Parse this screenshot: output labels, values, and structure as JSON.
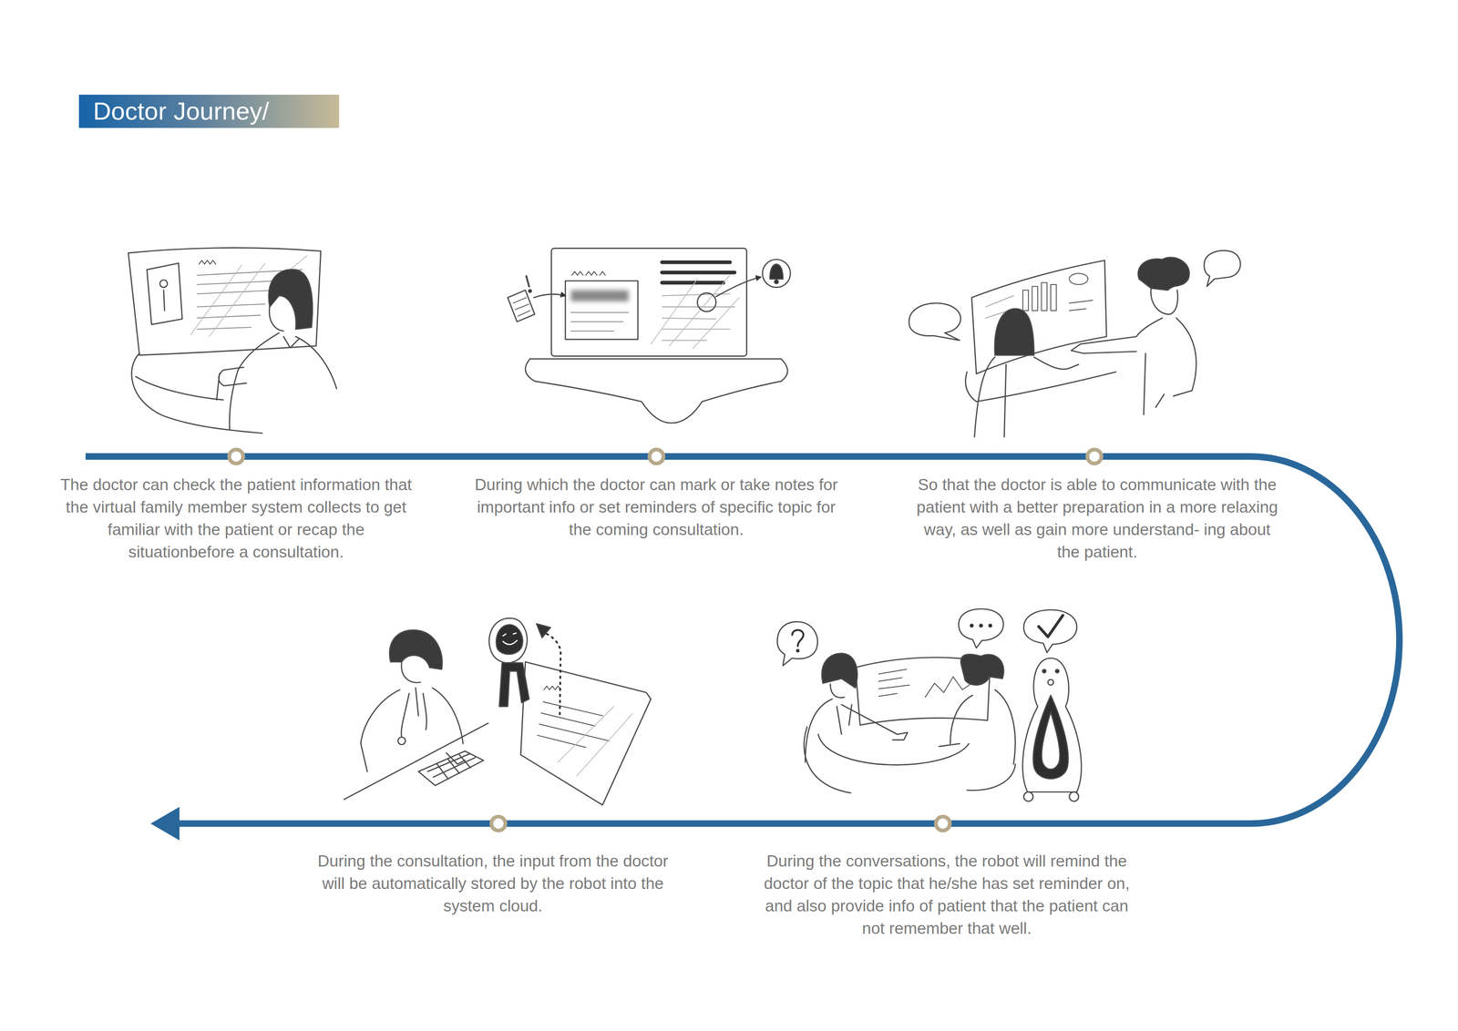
{
  "diagram": {
    "title": "Doctor Journey/",
    "labels": [
      "The doctor can check the patient information that the virtual family member system collects to get familiar with the patient or recap the situationbefore a consultation.",
      "During which the doctor can mark or take notes for important info or set reminders of specific topic for the coming consultation.",
      "So that the doctor is able to communicate with the patient with a better preparation in a more relaxing way, as well as gain more understand- ing about the patient.",
      "During the conversations, the robot will remind the doctor of the topic that he/she has set reminder on, and also provide info of patient that the patient can not remember that well.",
      "During the consultation, the input from the doctor will be automatically stored by the robot into the system cloud."
    ]
  }
}
